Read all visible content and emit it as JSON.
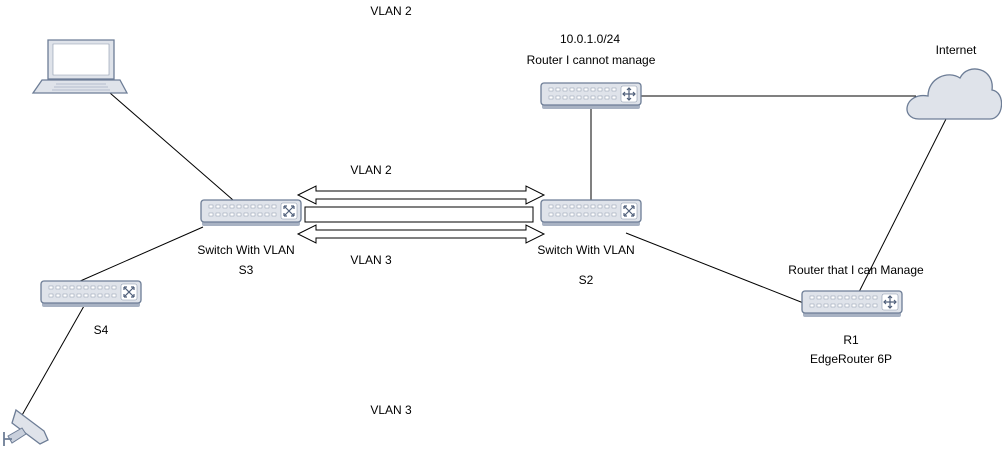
{
  "labels": {
    "vlan2_top": "VLAN 2",
    "vlan2_mid": "VLAN 2",
    "vlan3_mid": "VLAN 3",
    "vlan3_bottom": "VLAN 3",
    "subnet": "10.0.1.0/24",
    "router_unmanaged": "Router I cannot manage",
    "internet": "Internet",
    "s3_title": "Switch With VLAN",
    "s3_name": "S3",
    "s2_title": "Switch With VLAN",
    "s2_name": "S2",
    "s4_name": "S4",
    "r1_title": "Router that I can Manage",
    "r1_name": "R1",
    "r1_model": "EdgeRouter 6P"
  },
  "devices": [
    {
      "id": "laptop",
      "icon": "laptop-icon"
    },
    {
      "id": "switch-s3",
      "icon": "switch-icon"
    },
    {
      "id": "switch-s2",
      "icon": "switch-icon"
    },
    {
      "id": "switch-s4",
      "icon": "switch-icon"
    },
    {
      "id": "router-unmanaged",
      "icon": "router-icon"
    },
    {
      "id": "router-r1",
      "icon": "router-icon"
    },
    {
      "id": "internet-cloud",
      "icon": "cloud-icon"
    },
    {
      "id": "security-camera",
      "icon": "camera-icon"
    }
  ],
  "colors": {
    "device_fill": "#dfe3ea",
    "device_stroke": "#6d7d96",
    "line": "#000000",
    "background": "#ffffff"
  }
}
